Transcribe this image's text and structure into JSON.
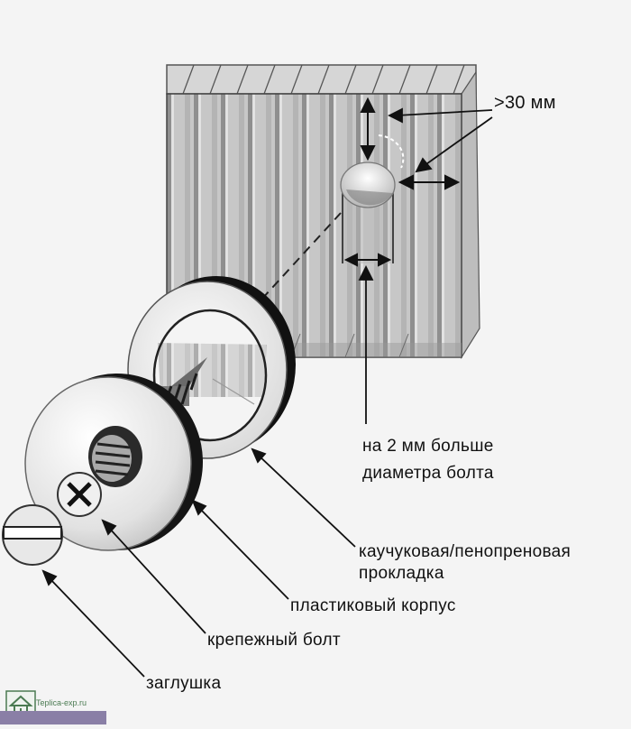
{
  "labels": {
    "dimension": ">30 мм",
    "hole_line1": "на 2 мм больше",
    "hole_line2": "диаметра болта",
    "gasket_line1": "каучуковая/пенопреновая",
    "gasket_line2": "прокладка",
    "body": "пластиковый корпус",
    "bolt": "крепежный болт",
    "cap": "заглушка"
  },
  "watermark": "Teplica-exp.ru",
  "colors": {
    "sheet": "#c9c9c9",
    "sheet_dark": "#a8a8a8",
    "ink": "#111111",
    "logo": "#4b7b52",
    "strip": "#8a7fa6"
  },
  "icons": {
    "bolt_head": "cross-screw-icon",
    "cap": "slotted-cap-icon",
    "logo": "house-logo-icon"
  }
}
